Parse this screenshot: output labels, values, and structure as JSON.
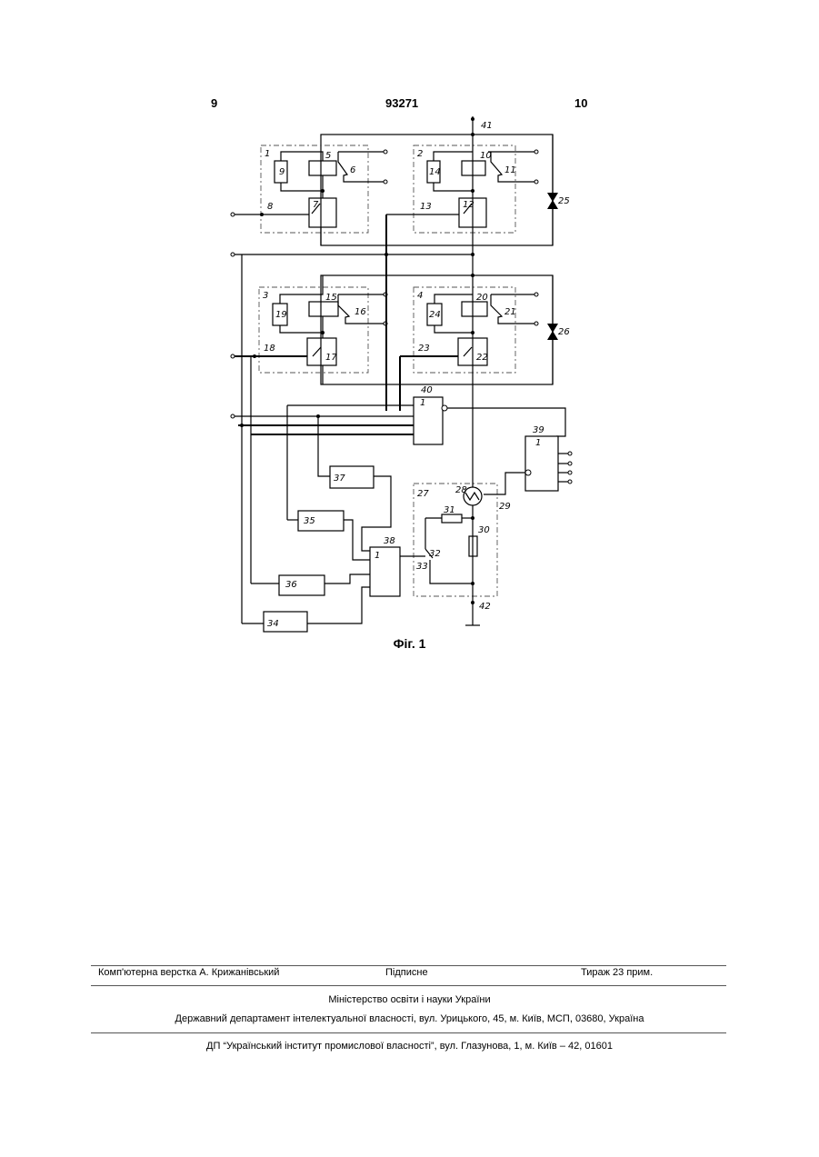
{
  "header": {
    "page_left": "9",
    "patent_number": "93271",
    "page_right": "10"
  },
  "figure": {
    "caption": "Фіг. 1",
    "labels": [
      "1",
      "2",
      "3",
      "4",
      "5",
      "6",
      "7",
      "8",
      "9",
      "10",
      "11",
      "12",
      "13",
      "14",
      "15",
      "16",
      "17",
      "18",
      "19",
      "20",
      "21",
      "22",
      "23",
      "24",
      "25",
      "26",
      "27",
      "28",
      "29",
      "30",
      "31",
      "32",
      "33",
      "34",
      "35",
      "36",
      "37",
      "38",
      "39",
      "40",
      "41",
      "42"
    ],
    "logic_gate_symbol": "1"
  },
  "footer": {
    "layout": "Комп'ютерна верстка А. Крижанівський",
    "signed": "Підписне",
    "circulation": "Тираж 23 прим.",
    "ministry": "Міністерство освіти і науки України",
    "department": "Державний департамент інтелектуальної власності, вул. Урицького, 45, м. Київ, МСП, 03680, Україна",
    "institute": "ДП “Український інститут промислової власності”, вул. Глазунова, 1, м. Київ – 42, 01601"
  }
}
